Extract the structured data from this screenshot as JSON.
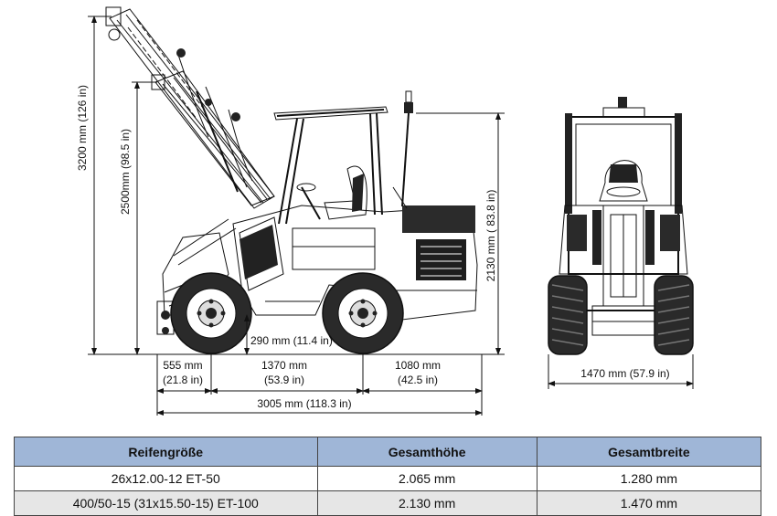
{
  "dimensions": {
    "height_max": "3200 mm (126 in)",
    "height_pivot": "2500mm (98.5 in)",
    "height_cab": "2130 mm ( 83.8 in)",
    "ground_clearance": "290 mm (11.4 in)",
    "front_overhang_mm": "555 mm",
    "front_overhang_in": "(21.8 in)",
    "wheelbase_mm": "1370 mm",
    "wheelbase_in": "(53.9 in)",
    "rear_overhang_mm": "1080 mm",
    "rear_overhang_in": "(42.5 in)",
    "total_length": "3005 mm (118.3 in)",
    "width": "1470 mm (57.9 in)"
  },
  "table": {
    "headers": [
      "Reifengröße",
      "Gesamthöhe",
      "Gesamtbreite"
    ],
    "rows": [
      [
        "26x12.00-12 ET-50",
        "2.065 mm",
        "1.280 mm"
      ],
      [
        "400/50-15 (31x15.50-15) ET-100",
        "2.130 mm",
        "1.470 mm"
      ]
    ]
  }
}
